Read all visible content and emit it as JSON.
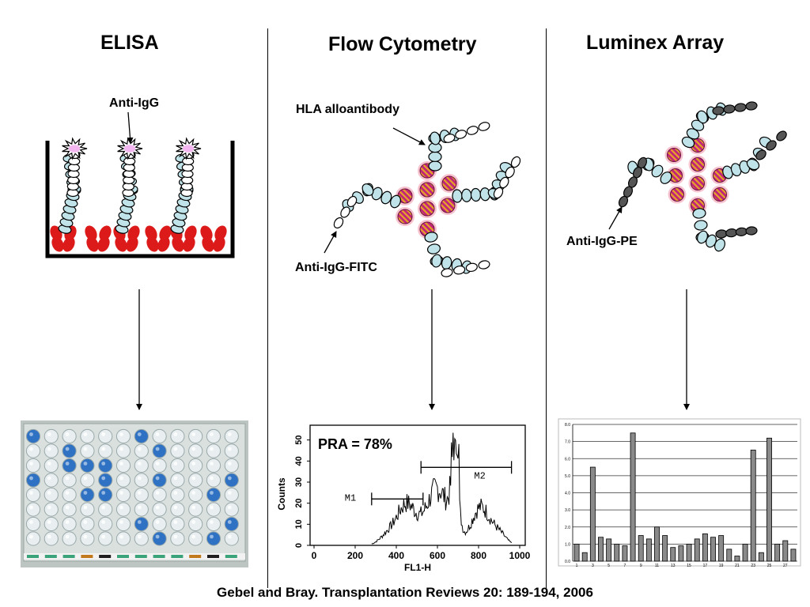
{
  "panels": {
    "elisa": {
      "title": "ELISA",
      "label": "Anti-IgG"
    },
    "flow": {
      "title": "Flow Cytometry",
      "label_top": "HLA alloantibody",
      "label_bottom": "Anti-IgG-FITC"
    },
    "luminex": {
      "title": "Luminex Array",
      "label": "Anti-IgG-PE"
    }
  },
  "plate": {
    "rows": 8,
    "cols": 12,
    "positive_wells": [
      [
        0,
        0
      ],
      [
        0,
        6
      ],
      [
        1,
        2
      ],
      [
        1,
        7
      ],
      [
        2,
        2
      ],
      [
        2,
        3
      ],
      [
        2,
        4
      ],
      [
        3,
        0
      ],
      [
        3,
        4
      ],
      [
        3,
        7
      ],
      [
        3,
        11
      ],
      [
        4,
        3
      ],
      [
        4,
        4
      ],
      [
        4,
        10
      ],
      [
        6,
        6
      ],
      [
        6,
        11
      ],
      [
        7,
        7
      ],
      [
        7,
        10
      ]
    ],
    "colors": {
      "tray": "#cfd6d3",
      "empty_well": "#e9eff0",
      "positive_well": "#2f72c4"
    }
  },
  "flow_chart": {
    "annotation": "PRA = 78%",
    "xlabel": "FL1-H",
    "ylabel": "Counts",
    "x_ticks": [
      "0",
      "200",
      "400",
      "600",
      "800",
      "1000"
    ],
    "y_ticks": [
      "0",
      "10",
      "20",
      "30",
      "40",
      "50"
    ],
    "xlim": [
      0,
      1023
    ],
    "ylim": [
      0,
      57
    ],
    "gates": [
      {
        "name": "M1",
        "start": 280,
        "end": 530,
        "level": 22
      },
      {
        "name": "M2",
        "start": 520,
        "end": 960,
        "level": 37
      }
    ]
  },
  "chart_data": {
    "type": "bar",
    "categories": [
      "1",
      "2",
      "3",
      "4",
      "5",
      "6",
      "7",
      "8",
      "9",
      "10",
      "11",
      "12",
      "13",
      "14",
      "15",
      "16",
      "17",
      "18",
      "19",
      "20",
      "21",
      "22",
      "23",
      "24",
      "25",
      "26",
      "27",
      "28"
    ],
    "x_tick_labels": [
      "1",
      "3",
      "5",
      "7",
      "9",
      "11",
      "13",
      "15",
      "17",
      "19",
      "21",
      "23",
      "25",
      "27"
    ],
    "values": [
      1.0,
      0.5,
      5.5,
      1.4,
      1.3,
      1.0,
      0.9,
      7.5,
      1.5,
      1.3,
      2.0,
      1.5,
      0.8,
      0.9,
      1.0,
      1.3,
      1.6,
      1.4,
      1.5,
      0.7,
      0.3,
      1.0,
      6.5,
      0.5,
      7.2,
      1.0,
      1.2,
      0.7
    ],
    "ylim": [
      0,
      8
    ],
    "y_ticks": [
      "0.0",
      "1.0",
      "2.0",
      "3.0",
      "4.0",
      "5.0",
      "6.0",
      "7.0",
      "8.0"
    ],
    "grid": true,
    "colors": {
      "bar": "#8a8a8a"
    }
  },
  "citation": "Gebel and Bray.  Transplantation Reviews 20: 189-194, 2006",
  "colors": {
    "light_blue": "#bfe3e8",
    "bead_pink": "#c0237a",
    "bead_gold": "#e6a526",
    "red_antigen": "#dd1a1a",
    "dark_segment": "#555555"
  }
}
